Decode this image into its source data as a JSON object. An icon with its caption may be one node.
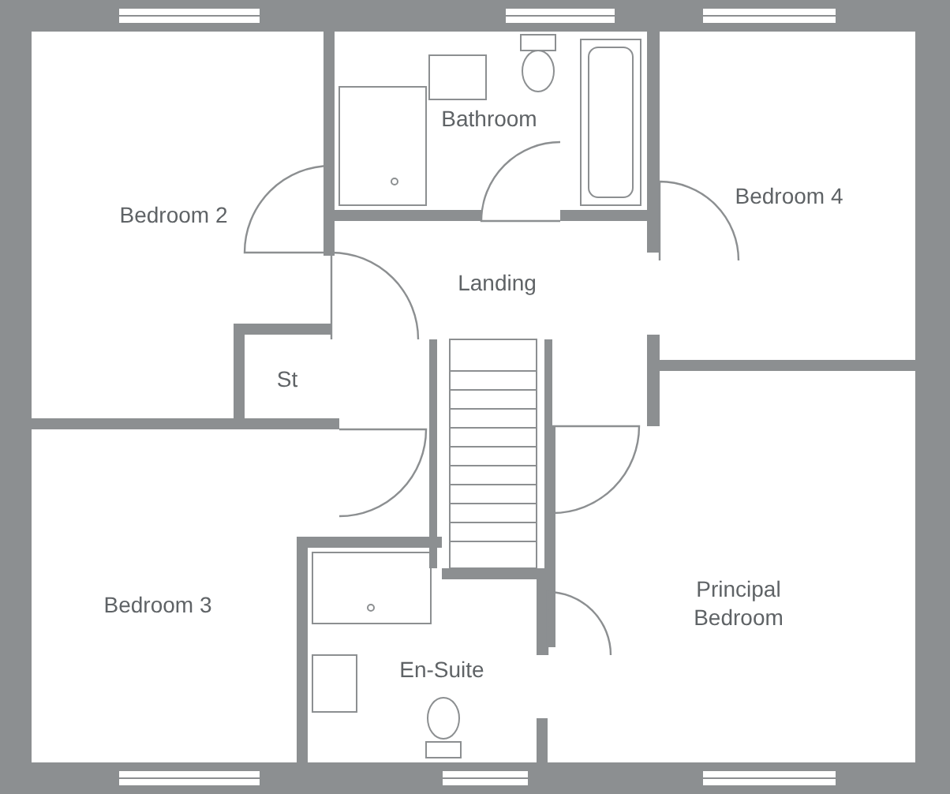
{
  "diagram": {
    "labels": [
      "Bathroom",
      "Bedroom 2",
      "Bedroom 4",
      "Landing",
      "St",
      "Bedroom 3",
      "Principal Bedroom",
      "En-Suite"
    ]
  }
}
